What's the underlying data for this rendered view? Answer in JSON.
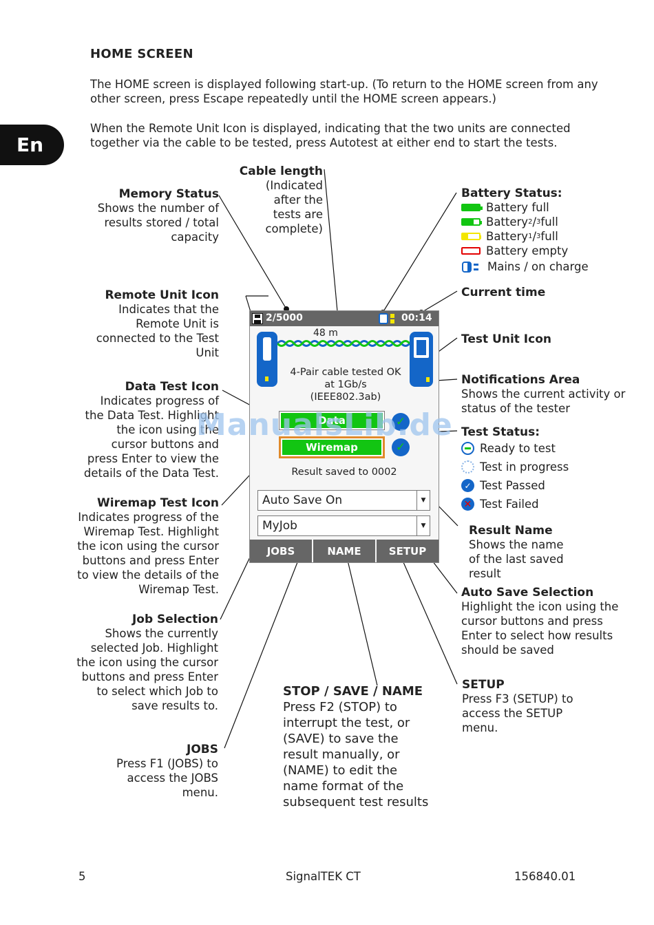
{
  "lang_tab": "En",
  "heading": "HOME SCREEN",
  "intro1_l1": "The HOME screen is displayed following start-up. (To return to the HOME screen from any",
  "intro1_l2": "other screen, press Escape repeatedly until the HOME screen appears.)",
  "intro2_l1": "When the Remote Unit Icon is displayed, indicating that the two units are connected",
  "intro2_l2": "together via the cable to be tested, press Autotest at either end to start the tests.",
  "left": {
    "memory": {
      "title": "Memory Status",
      "lines": [
        "Shows the number of",
        "results stored / total",
        "capacity"
      ]
    },
    "remote": {
      "title": "Remote Unit Icon",
      "lines": [
        "Indicates that the",
        "Remote Unit is",
        "connected to the Test",
        "Unit"
      ]
    },
    "data": {
      "title": "Data Test  Icon",
      "lines": [
        "Indicates progress of",
        "the Data Test. Highlight",
        "the icon using the",
        "cursor buttons and",
        "press Enter to view the",
        "details of the Data Test."
      ]
    },
    "wiremap": {
      "title": "Wiremap Test  Icon",
      "lines": [
        "Indicates progress of the",
        "Wiremap Test. Highlight",
        "the icon using the cursor",
        "buttons and press Enter",
        "to view the details of the",
        "Wiremap Test."
      ]
    },
    "job": {
      "title": "Job Selection",
      "lines": [
        "Shows the currently",
        "selected Job. Highlight",
        "the icon using the cursor",
        "buttons and press Enter",
        "to select which Job to",
        "save results to."
      ]
    },
    "jobs": {
      "title": "JOBS",
      "lines": [
        "Press F1 (JOBS) to",
        "access the JOBS",
        "menu."
      ]
    }
  },
  "cable": {
    "title": "Cable length",
    "lines": [
      "(Indicated",
      "after the",
      "tests are",
      "complete)"
    ]
  },
  "right": {
    "battery": {
      "title": "Battery Status:",
      "full": "Battery full",
      "two_thirds_pre": "Battery ",
      "two_thirds_num": "2",
      "two_thirds_den": "3",
      "two_thirds_post": " full",
      "one_third_pre": "Battery ",
      "one_third_num": "1",
      "one_third_den": "3",
      "one_third_post": " full",
      "empty": "Battery empty",
      "mains": "Mains / on charge"
    },
    "time": {
      "title": "Current time"
    },
    "testunit": {
      "title": "Test Unit Icon"
    },
    "notif": {
      "title": "Notifications Area",
      "lines": [
        "Shows the current activity or",
        "status of the tester"
      ]
    },
    "teststatus": {
      "title": "Test  Status:",
      "items": [
        "Ready to test",
        "Test in progress",
        "Test Passed",
        "Test Failed"
      ]
    },
    "resultname": {
      "title": "Result Name",
      "lines": [
        "Shows the name",
        "of the last saved",
        "result"
      ]
    },
    "autosave": {
      "title": "Auto Save Selection",
      "lines": [
        "Highlight the icon using the",
        "cursor buttons and press",
        "Enter to select how results",
        "should be saved"
      ]
    },
    "setup": {
      "title": "SETUP",
      "lines": [
        "Press F3 (SETUP) to",
        "access the SETUP",
        "menu."
      ]
    }
  },
  "stop": {
    "title": "STOP / SAVE / NAME",
    "lines": [
      "Press F2 (STOP) to",
      "interrupt the test, or",
      "(SAVE) to save the",
      "result manually, or",
      "(NAME) to edit the",
      "name format of the",
      "subsequent test results"
    ]
  },
  "device": {
    "memory": "2/5000",
    "time": "00:14",
    "length": "48 m",
    "notif": [
      "4-Pair cable tested OK",
      "at 1Gb/s",
      "(IEEE802.3ab)"
    ],
    "data_btn": "Data",
    "wiremap_btn": "Wiremap",
    "result": "Result saved to 0002",
    "autosave": "Auto Save On",
    "job": "MyJob",
    "softkeys": [
      "JOBS",
      "NAME",
      "SETUP"
    ]
  },
  "watermark": "ManualsLib.de",
  "footer": {
    "page": "5",
    "product": "SignalTEK CT",
    "doc": "156840.01"
  },
  "colors": {
    "green": "#12c512",
    "yellow": "#f3e600",
    "red": "#e30000",
    "blue": "#1466c8",
    "screen_bar": "#666666"
  }
}
